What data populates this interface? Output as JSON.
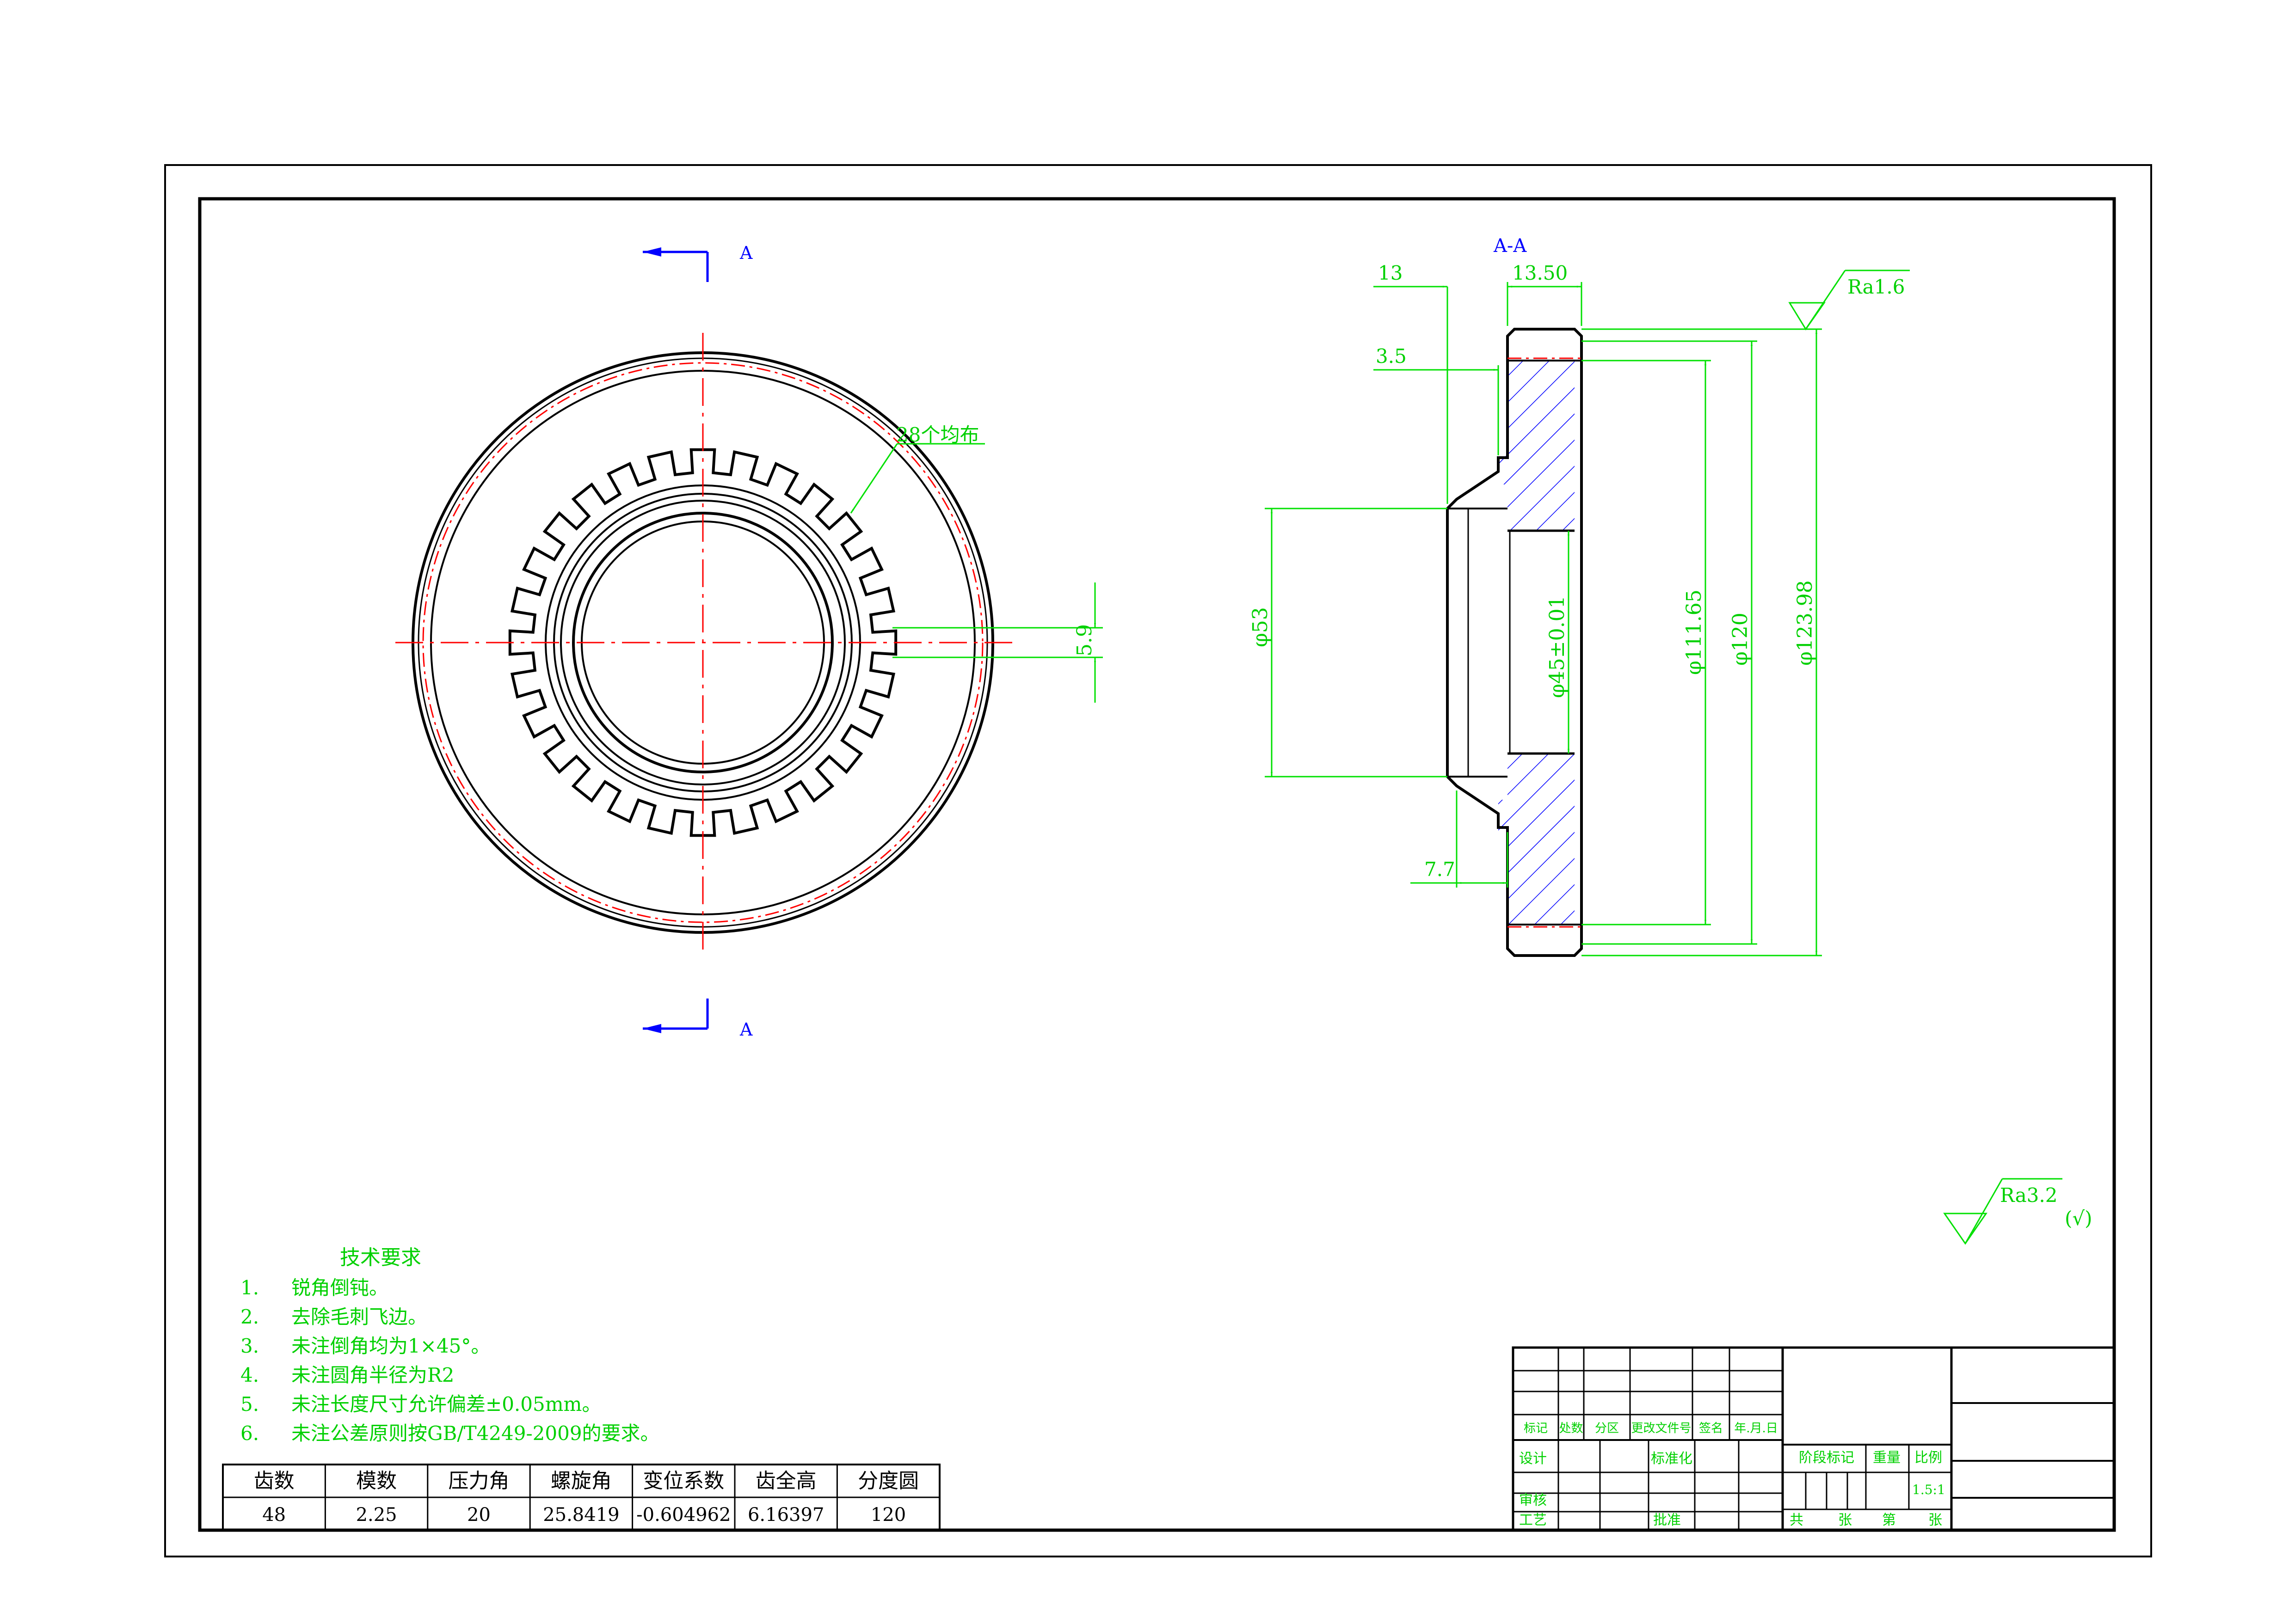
{
  "section": {
    "marker_letter": "A",
    "view_title": "A-A"
  },
  "front_view": {
    "tooth_note": "28个均布",
    "width_dim": "5.9"
  },
  "section_view": {
    "dims": {
      "d13": "13",
      "d1350": "13.50",
      "d35": "3.5",
      "d77": "7.7",
      "d53": "φ53",
      "d45": "φ45±0.01",
      "d11165": "φ111.65",
      "d120": "φ120",
      "d12398": "φ123.98"
    },
    "roughness_face": "Ra1.6"
  },
  "general_roughness": {
    "value": "Ra3.2",
    "note": "(√)"
  },
  "tech_requirements": {
    "title": "技术要求",
    "items": [
      {
        "num": "1.",
        "text": "锐角倒钝。"
      },
      {
        "num": "2.",
        "text": "去除毛刺飞边。"
      },
      {
        "num": "3.",
        "text": "未注倒角均为1×45°。"
      },
      {
        "num": "4.",
        "text": "未注圆角半径为R2"
      },
      {
        "num": "5.",
        "text": "未注长度尺寸允许偏差±0.05mm。"
      },
      {
        "num": "6.",
        "text": "未注公差原则按GB/T4249-2009的要求。"
      }
    ]
  },
  "gear_table": {
    "headers": [
      "齿数",
      "模数",
      "压力角",
      "螺旋角",
      "变位系数",
      "齿全高",
      "分度圆"
    ],
    "values": [
      "48",
      "2.25",
      "20",
      "25.8419",
      "-0.604962",
      "6.16397",
      "120"
    ]
  },
  "title_block": {
    "rev_headers": [
      "标记",
      "处数",
      "分区",
      "更改文件号",
      "签名",
      "年.月.日"
    ],
    "design": "设计",
    "standardize": "标准化",
    "review": "审核",
    "process": "工艺",
    "approve": "批准",
    "stage_mark": "阶段标记",
    "weight": "重量",
    "scale_label": "比例",
    "scale_value": "1.5:1",
    "sheet_total": "共",
    "sheet_unit": "张",
    "sheet_no": "第",
    "sheet_unit2": "张"
  },
  "colors": {
    "outline": "#000000",
    "dimension": "#00e000",
    "centerline": "#ff0000",
    "arrow": "#0000ff"
  }
}
